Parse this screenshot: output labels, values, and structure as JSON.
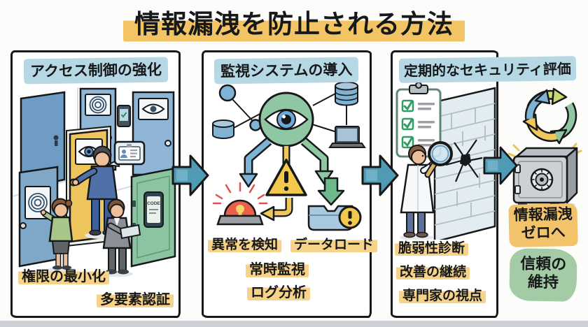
{
  "title": "情報漏洩を防止される方法",
  "panels": [
    {
      "header": "アクセス制御の強化",
      "code_label": "CODE",
      "labels": [
        "権限の最小化",
        "多要素認証"
      ]
    },
    {
      "header": "監視システムの導入",
      "icon_labels": [
        "異常を検知",
        "データロード"
      ],
      "labels": [
        "常時監視",
        "ログ分析"
      ]
    },
    {
      "header": "定期的なセキュリティ評価",
      "labels": [
        "脆弱性診断",
        "改善の継続",
        "専門家の視点"
      ]
    }
  ],
  "outcome": {
    "goal": {
      "line1": "情報漏洩",
      "line2": "ゼロへ"
    },
    "trust": {
      "line1": "信頼の",
      "line2": "維持"
    }
  },
  "colors": {
    "title_highlight": "#f3c464",
    "header_highlight": "#b5d8e4",
    "label_highlight": "#f6d388",
    "goal_highlight": "#f2c36b",
    "trust_highlight": "#a3cba6",
    "flow_arrow": "#4f9ab5",
    "panel_border": "#17181a",
    "alarm_red": "#e8604c",
    "warning_yellow": "#f2c94c",
    "eye_green": "#8fc7a2",
    "node_blue": "#7fb3d6"
  },
  "icons": {
    "flow-arrow-icon": "➜ block arrow",
    "fingerprint-icon": "◎ concentric rings scanner",
    "iris-scan-icon": "👁 eye panel",
    "keypad-code-icon": "📱 code screen",
    "id-card-icon": "🪪 badge in speech bubble",
    "surveillance-eye-icon": "👁 eye in green circle",
    "database-icon": "🛢 cylinder",
    "network-node-icon": "● circle node",
    "laptop-icon": "💻 laptop",
    "alarm-siren-icon": "🚨 red siren",
    "warning-triangle-icon": "⚠ triangle",
    "data-tray-icon": "📥 inbox tray with arrow",
    "alert-badge-icon": "❗ circle badge",
    "checklist-clipboard-icon": "📋 clipboard with checks",
    "magnifier-icon": "🔍 magnifying glass",
    "cracked-wall-icon": "🧱 brick wall with crack",
    "cycle-arrows-icon": "♻ circular arrows",
    "safe-icon": "🔒 safe with dial"
  }
}
